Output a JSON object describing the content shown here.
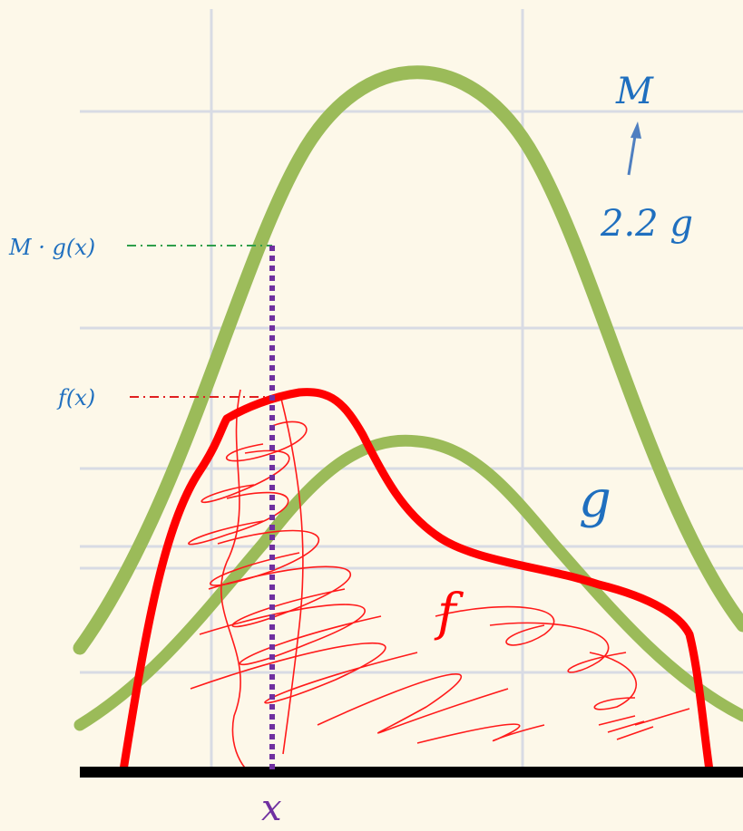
{
  "labels": {
    "m_gx": "M · g(x)",
    "fx": "f(x)",
    "M": "M",
    "scaled": "2.2 g",
    "g": "g",
    "f": "f",
    "x": "x"
  },
  "colors": {
    "background": "#fdf8e9",
    "grid": "#d8dbe4",
    "proposal_curve": "#9bbb59",
    "target_curve": "#ff0000",
    "scribble": "#ff1a1a",
    "x_marker": "#7030a0",
    "label_blue": "#1f6fbf",
    "m_gx_guide": "#2e9e4a",
    "fx_guide": "#e02020",
    "arrow": "#4f7fc0",
    "baseline": "#000000"
  },
  "values": {
    "scale_factor": 2.2
  }
}
